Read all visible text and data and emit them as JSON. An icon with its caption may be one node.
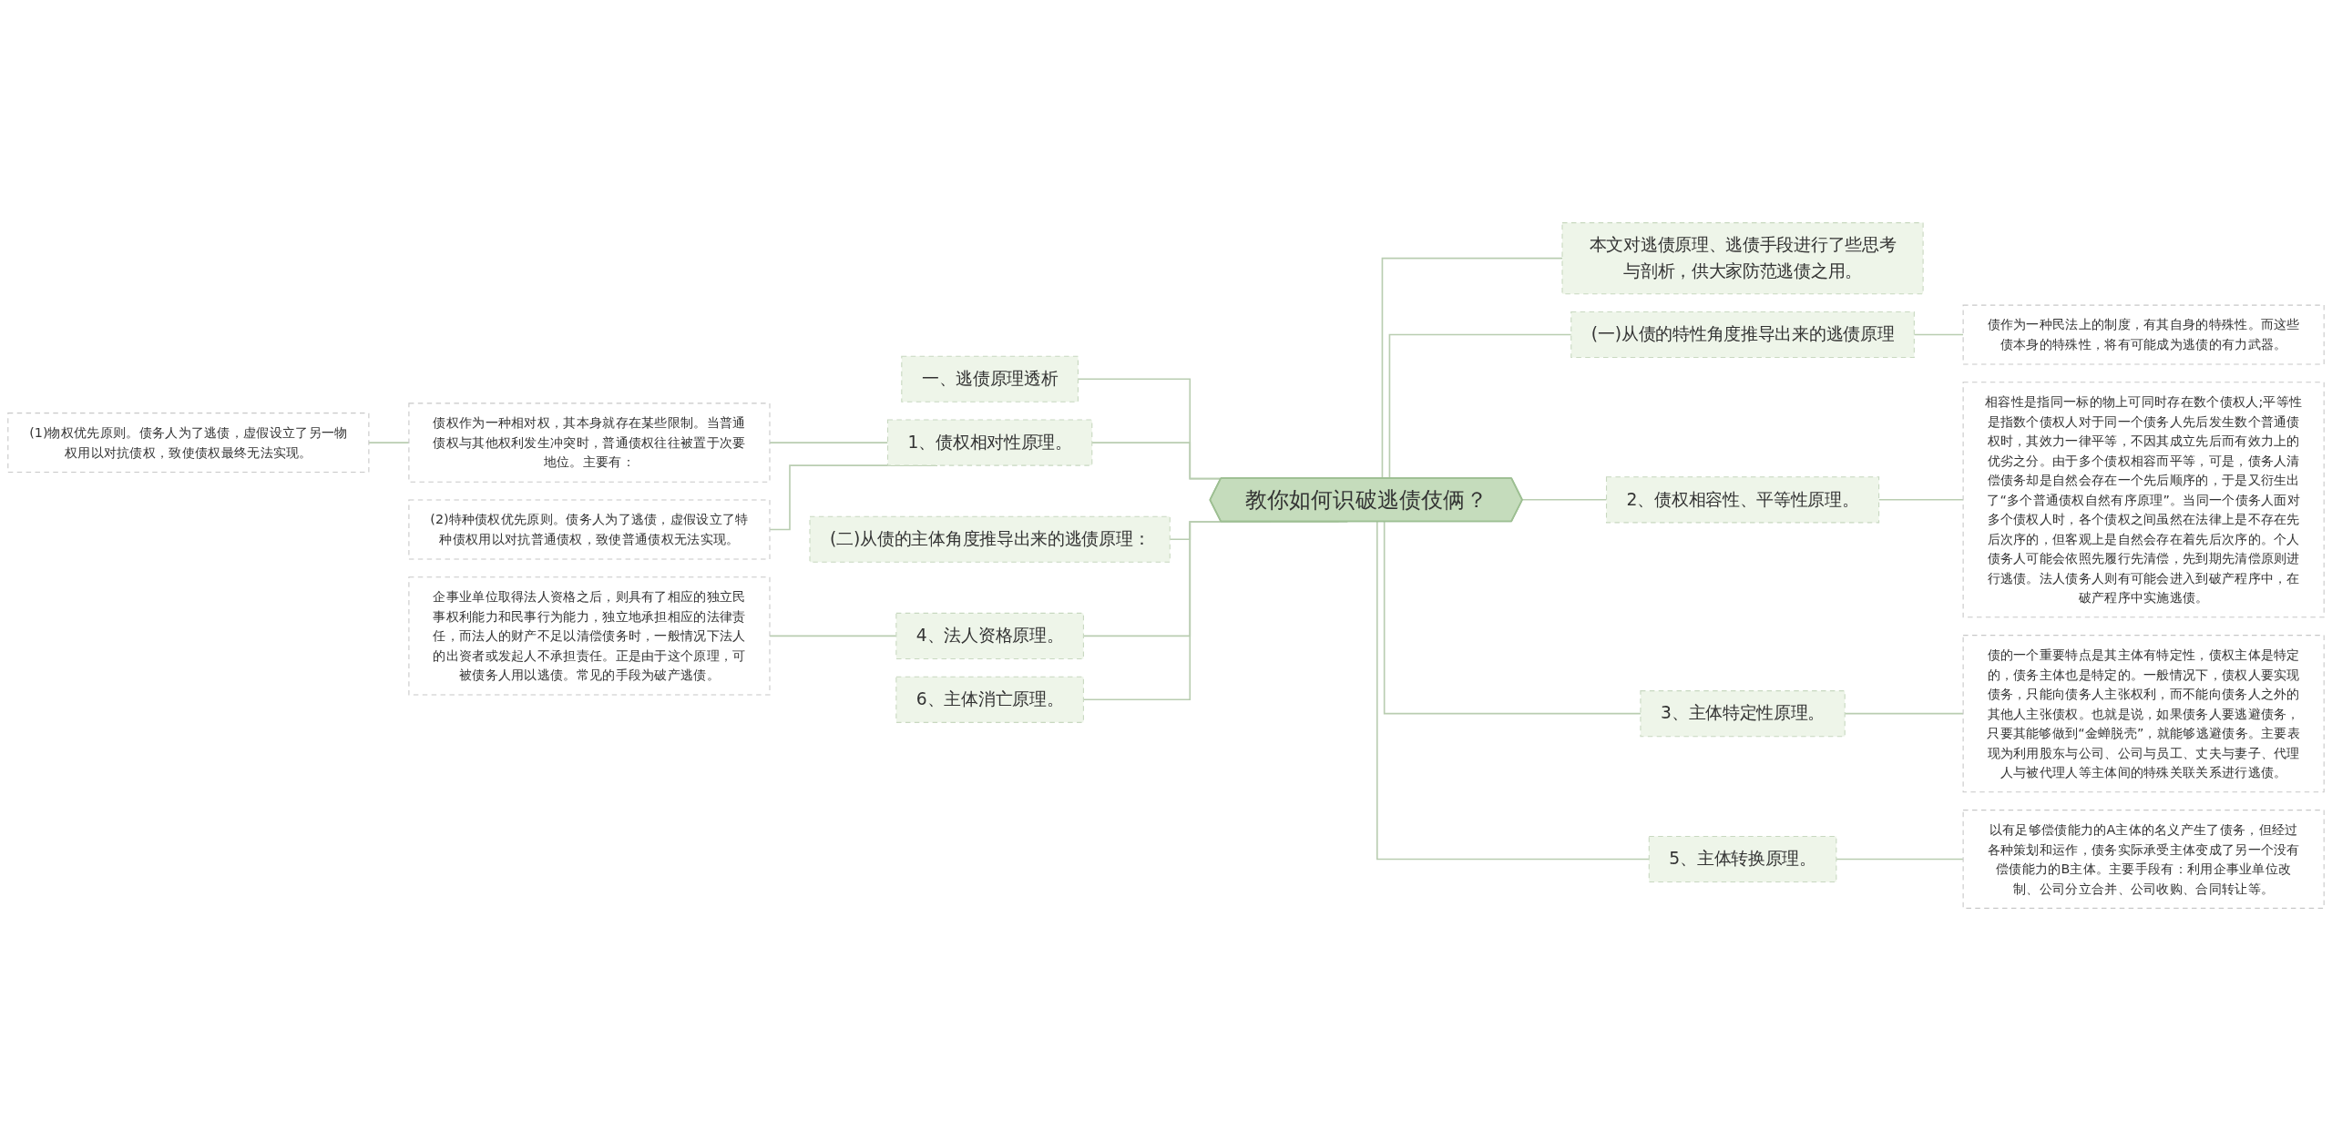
{
  "diagram": {
    "nodes": [
      {
        "text": [
          "教你如何识破逃债伎俩？"
        ]
      },
      {
        "text": [
          "一、逃债原理透析"
        ]
      },
      {
        "text": [
          "1、债权相对性原理。"
        ]
      },
      {
        "text": [
          "债权作为一种相对权，其本身就存在某些限制。当普通债权与其他权利发生冲突时，普通债权往往被置于次要地位。主要有："
        ]
      },
      {
        "text": [
          "(1)物权优先原则。债务人为了逃债，虚假设立了另一物权用以对抗债权，致使债权最终无法实现。"
        ]
      },
      {
        "text": [
          "(2)特种债权优先原则。债务人为了逃债，虚假设立了特种债权用以对抗普通债权，致使普通债权无法实现。"
        ]
      },
      {
        "text": [
          "(二)从债的主体角度推导出来的逃债原理："
        ]
      },
      {
        "text": [
          "4、法人资格原理。"
        ]
      },
      {
        "text": [
          "企事业单位取得法人资格之后，则具有了相应的独立民事权利能力和民事行为能力，独立地承担相应的法律责任，而法人的财产不足以清偿债务时，一般情况下法人的出资者或发起人不承担责任。正是由于这个原理，可被债务人用以逃债。常见的手段为破产逃债。"
        ]
      },
      {
        "text": [
          "6、主体消亡原理。"
        ]
      },
      {
        "text": [
          "本文对逃债原理、逃债手段进行了些思考与剖析，供大家防范逃债之用。"
        ]
      },
      {
        "text": [
          "(一)从债的特性角度推导出来的逃债原理"
        ]
      },
      {
        "text": [
          "债作为一种民法上的制度，有其自身的特殊性。而这些债本身的特殊性，将有可能成为逃债的有力武器。"
        ]
      },
      {
        "text": [
          "2、债权相容性、平等性原理。"
        ]
      },
      {
        "text": [
          "相容性是指同一标的物上可同时存在数个债权人;平等性是指数个债权人对于同一个债务人先后发生数个普通债权时，其效力一律平等，不因其成立先后而有效力上的优劣之分。由于多个债权相容而平等，可是，债务人清偿债务却是自然会存在一个先后顺序的，于是又衍生出了“多个普通债权自然有序原理”。当同一个债务人面对多个债权人时，各个债权之间虽然在法律上是不存在先后次序的，但客观上是自然会存在着先后次序的。个人债务人可能会依照先履行先清偿，先到期先清偿原则进行逃债。法人债务人则有可能会进入到破产程序中，在破产程序中实施逃债。"
        ]
      },
      {
        "text": [
          "3、主体特定性原理。"
        ]
      },
      {
        "text": [
          "债的一个重要特点是其主体有特定性，债权主体是特定的，债务主体也是特定的。一般情况下，债权人要实现债务，只能向债务人主张权利，而不能向债务人之外的其他人主张债权。也就是说，如果债务人要逃避债务，只要其能够做到“金蝉脱壳”，就能够逃避债务。主要表现为利用股东与公司、公司与员工、丈夫与妻子、代理人与被代理人等主体间的特殊关联关系进行逃债。"
        ]
      },
      {
        "text": [
          "5、主体转换原理。"
        ]
      },
      {
        "text": [
          "以有足够偿债能力的A主体的名义产生了债务，但经过各种策划和运作，债务实际承受主体变成了另一个没有偿债能力的B主体。主要手段有：利用企事业单位改制、公司分立合并、公司收购、合同转让等。"
        ]
      }
    ],
    "edges": [
      {
        "from": 1,
        "to": 0,
        "arrow": "none"
      },
      {
        "from": 2,
        "to": 0,
        "arrow": "none"
      },
      {
        "from": 3,
        "to": 2,
        "arrow": "none"
      },
      {
        "from": 4,
        "to": 3,
        "arrow": "none"
      },
      {
        "from": 5,
        "to": 2,
        "arrow": "none"
      },
      {
        "from": 6,
        "to": 0,
        "arrow": "none"
      },
      {
        "from": 7,
        "to": 0,
        "arrow": "none"
      },
      {
        "from": 8,
        "to": 7,
        "arrow": "none"
      },
      {
        "from": 9,
        "to": 0,
        "arrow": "none"
      },
      {
        "from": 0,
        "to": 10,
        "arrow": "none"
      },
      {
        "from": 0,
        "to": 11,
        "arrow": "none"
      },
      {
        "from": 11,
        "to": 12,
        "arrow": "none"
      },
      {
        "from": 0,
        "to": 13,
        "arrow": "none"
      },
      {
        "from": 13,
        "to": 14,
        "arrow": "none"
      },
      {
        "from": 0,
        "to": 15,
        "arrow": "none"
      },
      {
        "from": 15,
        "to": 16,
        "arrow": "none"
      },
      {
        "from": 0,
        "to": 17,
        "arrow": "none"
      },
      {
        "from": 17,
        "to": 18,
        "arrow": "none"
      }
    ]
  }
}
